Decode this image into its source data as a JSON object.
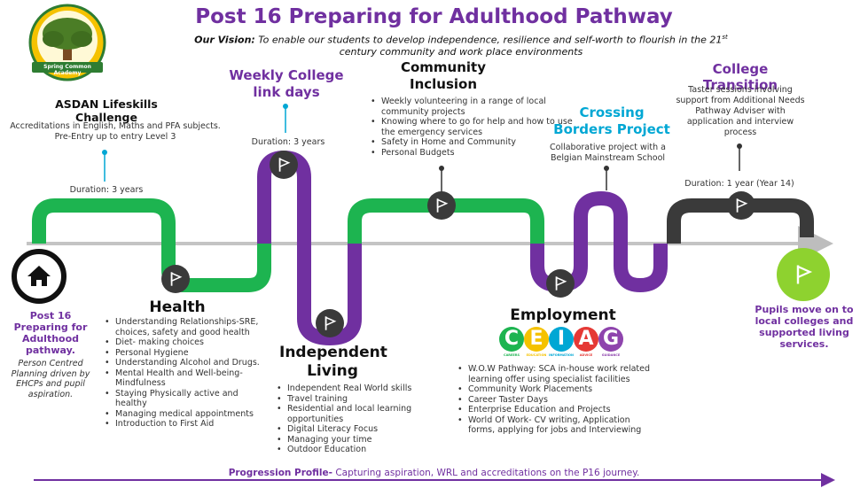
{
  "header": {
    "title": "Post 16 Preparing for Adulthood Pathway",
    "vision_label": "Our Vision:",
    "vision_text": " To enable our students to develop independence, resilience and self-worth to flourish in the 21",
    "vision_sup": "st",
    "vision_text2": "century community and work place environments"
  },
  "logo": {
    "text": "Spring Common Academy",
    "colors": {
      "ring": "#f5c200",
      "border": "#2e7d32",
      "tree": "#4b7d26",
      "trunk": "#7a4a22"
    }
  },
  "colors": {
    "green": "#1db450",
    "purple": "#7030a0",
    "dark": "#3a3a3a",
    "arrow": "#bdbdbd",
    "lime": "#8ed22f",
    "blue": "#00a7d4"
  },
  "start": {
    "icon": "home-icon",
    "title": "Post 16 Preparing for Adulthood pathway.",
    "text": "Person Centred Planning driven by EHCPs and pupil aspiration."
  },
  "asdan": {
    "title": "ASDAN Lifeskills Challenge",
    "text": "Accreditations in English, Maths and PFA subjects. Pre-Entry up to entry Level 3",
    "duration": "Duration: 3 years"
  },
  "health": {
    "title": "Health",
    "items": [
      "Understanding Relationships-SRE, choices, safety and good health",
      "Diet- making choices",
      "Personal Hygiene",
      "Understanding Alcohol and Drugs.",
      "Mental Health and Well-being-Mindfulness",
      "Staying Physically active and healthy",
      "Managing medical appointments",
      "Introduction to First Aid"
    ]
  },
  "college_link": {
    "title": "Weekly College link days",
    "duration": "Duration: 3 years"
  },
  "independent": {
    "title": "Independent Living",
    "items": [
      "Independent Real World skills",
      "Travel training",
      "Residential and local learning opportunities",
      "Digital Literacy Focus",
      "Managing your time",
      "Outdoor Education"
    ]
  },
  "community": {
    "title": "Community Inclusion",
    "items": [
      "Weekly volunteering in a range of local community projects",
      "Knowing where to go for help and how to use the emergency services",
      "Safety in Home and Community",
      "Personal Budgets"
    ]
  },
  "employment": {
    "title": "Employment",
    "ceiag": [
      {
        "letter": "C",
        "sub": "CAREERS",
        "color": "#1db450"
      },
      {
        "letter": "E",
        "sub": "EDUCATION",
        "color": "#f5c200"
      },
      {
        "letter": "I",
        "sub": "INFORMATION",
        "color": "#00a7d4"
      },
      {
        "letter": "A",
        "sub": "ADVICE",
        "color": "#e53935"
      },
      {
        "letter": "G",
        "sub": "GUIDANCE",
        "color": "#8e44ad"
      }
    ],
    "items": [
      "W.O.W Pathway: SCA in-house work related learning offer using specialist facilities",
      "Community Work Placements",
      "Career Taster Days",
      "Enterprise Education and Projects",
      "World Of Work- CV writing, Application forms, applying for jobs and Interviewing"
    ]
  },
  "borders": {
    "title": "Crossing Borders Project",
    "text": "Collaborative project with a Belgian Mainstream School"
  },
  "transition": {
    "title": "College Transition",
    "text": "Taster sessions involving support from Additional Needs Pathway Adviser with application and interview process",
    "duration": "Duration: 1 year (Year 14)"
  },
  "end": {
    "icon": "flag-icon",
    "text": "Pupils move on to local colleges and supported living services."
  },
  "footer": {
    "label": "Progression Profile-",
    "text": " Capturing aspiration, WRL and accreditations on the P16 journey."
  }
}
